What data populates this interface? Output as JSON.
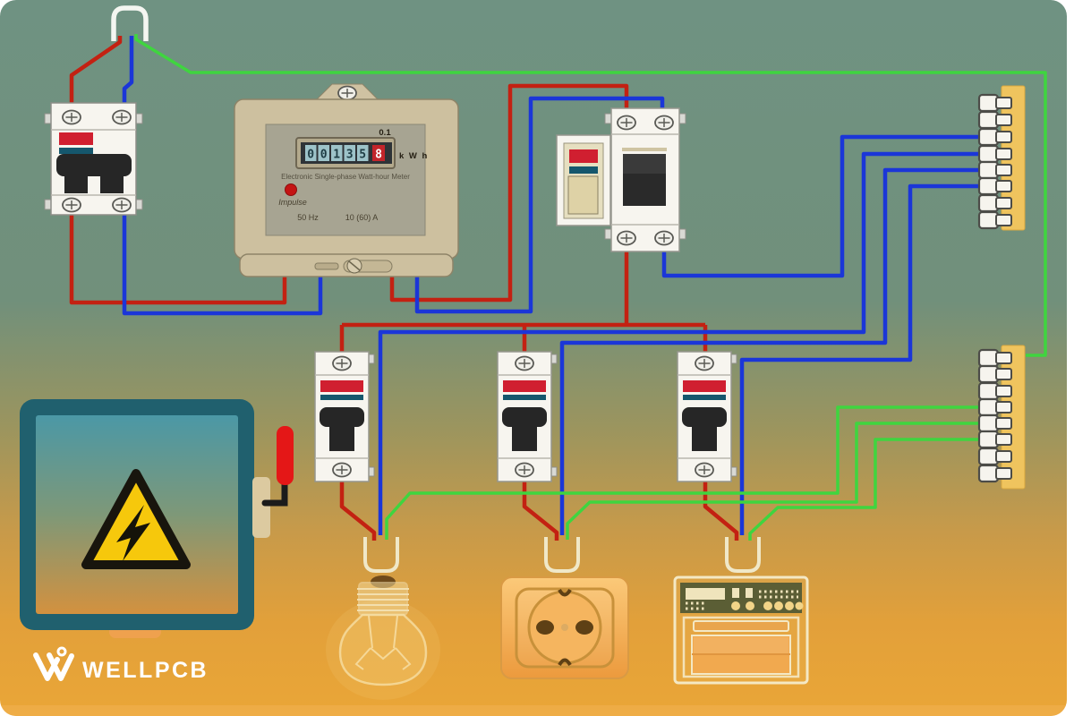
{
  "brand": {
    "logo_text": "WELLPCB",
    "logo_mark": "wellpcb-w-icon"
  },
  "meter": {
    "title": "Electronic Single-phase Watt-hour Meter",
    "register_digits": [
      "0",
      "0",
      "1",
      "3",
      "5"
    ],
    "decimal_digit": "8",
    "decimal_multiplier": "0.1",
    "unit": "k W h",
    "impulse_label": "Impulse",
    "frequency": "50 Hz",
    "current_rating": "10 (60) A"
  },
  "colors": {
    "live_wire": "#c32112",
    "neutral_wire": "#1b36d8",
    "earth_wire": "#3fd53f",
    "busbar": "#efc45e",
    "warning_yellow": "#f6c80c",
    "lever_red": "#e41717",
    "cabinet_teal": "#20606e",
    "meter_body": "#cdc09f",
    "background_top": "#6f9282",
    "background_bottom": "#eaa637"
  },
  "components": {
    "service_entry": "cable-entry-connector",
    "main_breaker": "double-pole-circuit-breaker",
    "rcd": "residual-current-device",
    "circuit_breakers": [
      "circuit-breaker-1",
      "circuit-breaker-2",
      "circuit-breaker-3"
    ],
    "neutral_busbar": "neutral-terminal-busbar",
    "earth_busbar": "earth-terminal-busbar",
    "cabinet": "electrical-cabinet-with-high-voltage-warning",
    "appliances": [
      "light-bulb",
      "wall-socket",
      "electric-oven"
    ]
  }
}
